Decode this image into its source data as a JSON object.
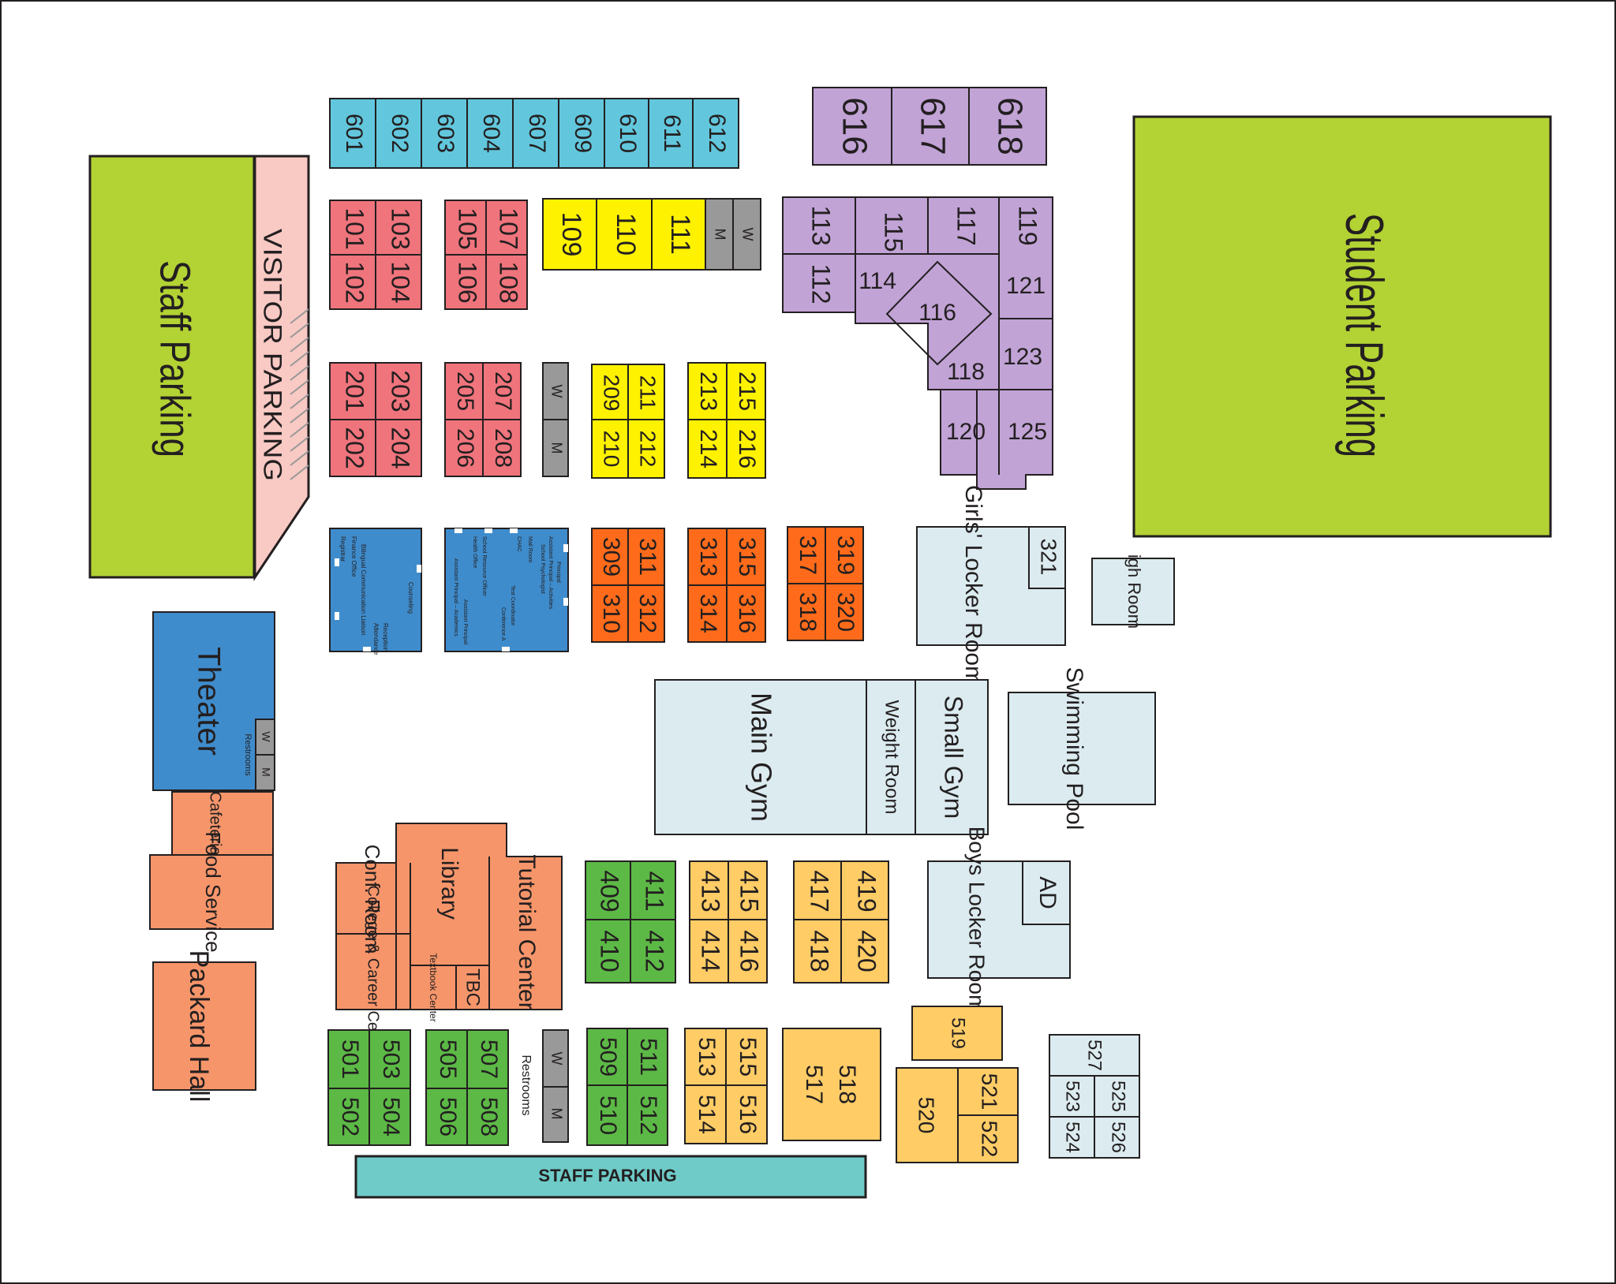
{
  "colors": {
    "parking_green": "#b3d234",
    "visitor_pink": "#f9c9c4",
    "cyan_600": "#62c7dd",
    "red_100_200": "#f0747c",
    "yellow": "#fff200",
    "purple": "#c1a3d6",
    "blue": "#3f8ccc",
    "orange_300": "#ff6b1a",
    "pale_blue": "#dbebf0",
    "salmon": "#f6956a",
    "green_400_500": "#5cb946",
    "light_orange": "#ffcc66",
    "restroom_gray": "#999999",
    "staff_parking_teal": "#6ecbc8",
    "stroke": "#231f20"
  },
  "parking": {
    "staff_parking": "Staff Parking",
    "visitor_parking": "VISITOR PARKING",
    "student_parking": "Student Parking",
    "staff_parking_bottom": "STAFF PARKING"
  },
  "rooms_600": [
    "601",
    "602",
    "603",
    "604",
    "607",
    "609",
    "610",
    "611",
    "612"
  ],
  "rooms_616": [
    "616",
    "617",
    "618"
  ],
  "rooms_100_left": [
    "101",
    "102",
    "103",
    "104"
  ],
  "rooms_100_mid": [
    "105",
    "106",
    "107",
    "108"
  ],
  "rooms_100_yellow": [
    "109",
    "110",
    "111"
  ],
  "rooms_200_left": [
    "201",
    "202",
    "203",
    "204"
  ],
  "rooms_200_mid": [
    "205",
    "206",
    "207",
    "208"
  ],
  "rooms_200_yellow_a": [
    "209",
    "210",
    "211",
    "212"
  ],
  "rooms_200_yellow_b": [
    "213",
    "214",
    "215",
    "216"
  ],
  "rooms_purple": [
    "113",
    "112",
    "115",
    "114",
    "117",
    "119",
    "121",
    "116",
    "118",
    "123",
    "120",
    "125"
  ],
  "rooms_300_a": [
    "309",
    "310",
    "311",
    "312"
  ],
  "rooms_300_b": [
    "313",
    "314",
    "315",
    "316"
  ],
  "rooms_300_c": [
    "317",
    "318",
    "319",
    "320"
  ],
  "rooms_400_green": [
    "409",
    "410",
    "411",
    "412"
  ],
  "rooms_400_a": [
    "413",
    "414",
    "415",
    "416"
  ],
  "rooms_400_b": [
    "417",
    "418",
    "419",
    "420"
  ],
  "rooms_500_a": [
    "501",
    "502",
    "503",
    "504"
  ],
  "rooms_500_b": [
    "505",
    "506",
    "507",
    "508"
  ],
  "rooms_500_c": [
    "509",
    "510",
    "511",
    "512"
  ],
  "rooms_500_d": [
    "513",
    "514",
    "515",
    "516"
  ],
  "rooms_500_e": [
    "518",
    "517"
  ],
  "rooms_500_f": [
    "519",
    "520",
    "521",
    "522"
  ],
  "rooms_500_g": [
    "527",
    "523",
    "524",
    "525",
    "526"
  ],
  "restroom": {
    "w": "W",
    "m": "M",
    "label": "Restrooms"
  },
  "facilities": {
    "theater": "Theater",
    "cafeteria": "Cafeteria",
    "food_service": "Food Service",
    "packard_hall": "Packard Hall",
    "library": "Library",
    "conf_room": "Conf. Room",
    "college_center": "College & Career Center",
    "tutorial_center": "Tutorial Center",
    "tbc": "TBC",
    "textbook_center": "Textbook Center",
    "main_gym": "Main Gym",
    "weight_room": "Weight Room",
    "small_gym": "Small Gym",
    "swimming_pool": "Swimming Pool",
    "girls_locker": "Girls' Locker Room",
    "room_321": "321",
    "igh_room": "igh Room",
    "boys_locker": "Boys Locker Room",
    "ad": "AD"
  },
  "office_left": [
    "Registrar",
    "Finance Office",
    "Bilingual Communication Liaison",
    "Attendance",
    "Reception",
    "Counseling"
  ],
  "office_right": [
    "Principal",
    "Assistant Principal – Activities",
    "School Psychologist",
    "Mail Room",
    "CHAC",
    "Test Coordinator",
    "Conference A",
    "School Resource Officer",
    "Health Office",
    "Assistant Principal",
    "Assistant Principal – Academics"
  ]
}
